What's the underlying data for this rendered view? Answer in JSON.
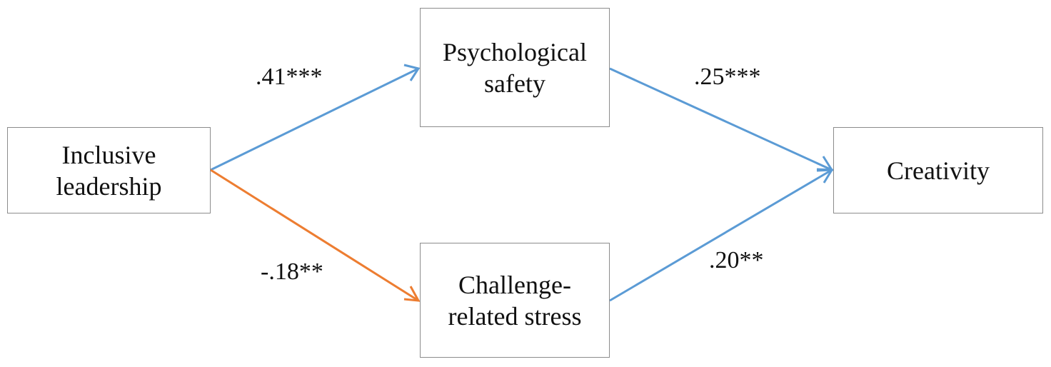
{
  "diagram": {
    "nodes": {
      "inclusive_leadership": {
        "label": "Inclusive\nleadership"
      },
      "psychological_safety": {
        "label": "Psychological\nsafety"
      },
      "challenge_stress": {
        "label": "Challenge-\nrelated stress"
      },
      "creativity": {
        "label": "Creativity"
      }
    },
    "edges": [
      {
        "from": "inclusive_leadership",
        "to": "psychological_safety",
        "coefficient": ".41***",
        "color": "#5b9bd5"
      },
      {
        "from": "inclusive_leadership",
        "to": "challenge_stress",
        "coefficient": "-.18**",
        "color": "#ed7d31"
      },
      {
        "from": "psychological_safety",
        "to": "creativity",
        "coefficient": ".25***",
        "color": "#5b9bd5"
      },
      {
        "from": "challenge_stress",
        "to": "creativity",
        "coefficient": ".20**",
        "color": "#5b9bd5"
      }
    ]
  }
}
